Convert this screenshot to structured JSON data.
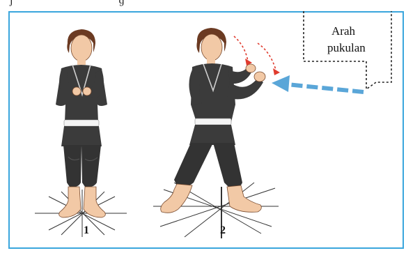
{
  "callout": {
    "line1": "Arah",
    "line2": "pukulan"
  },
  "figures": [
    {
      "number": "1"
    },
    {
      "number": "2"
    }
  ],
  "colors": {
    "frame": "#3aa6dd",
    "gi": "#3b3b3b",
    "belt": "#f4f4f4",
    "skin": "#f2c9a6",
    "hair": "#6b3a22",
    "motion_red": "#e03b2e",
    "arrow_blue": "#5aa6d8"
  }
}
